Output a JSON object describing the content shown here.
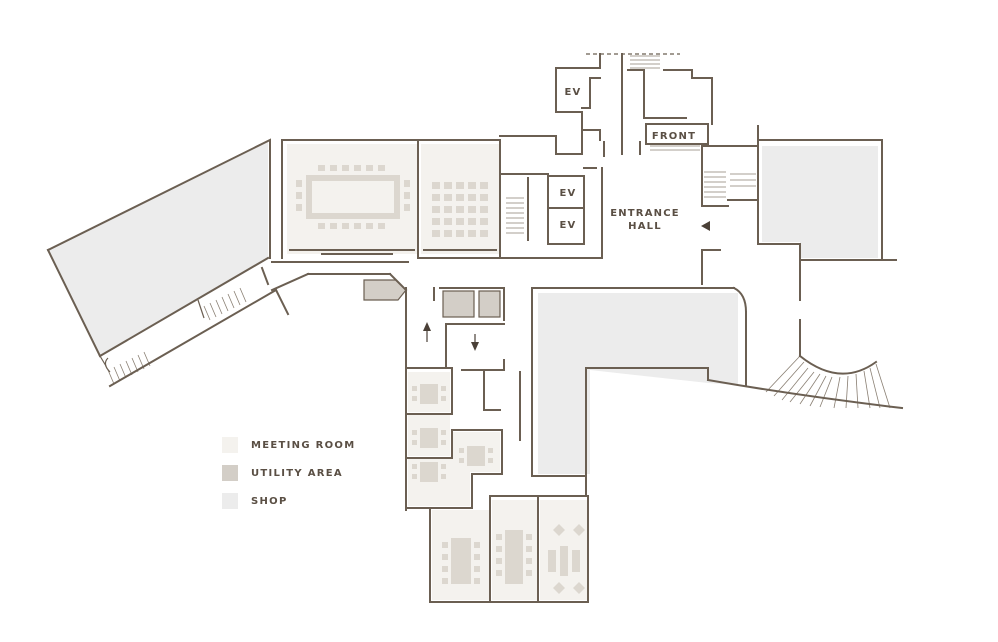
{
  "labels": {
    "ev_top": "EV",
    "front": "FRONT",
    "ev_mid1": "EV",
    "ev_mid2": "EV",
    "entrance_line1": "ENTRANCE",
    "entrance_line2": "HALL"
  },
  "legend": [
    {
      "label": "MEETING ROOM",
      "color": "#f4f2ee"
    },
    {
      "label": "UTILITY AREA",
      "color": "#d3cec7"
    },
    {
      "label": "SHOP",
      "color": "#ececec"
    }
  ],
  "colors": {
    "wall": "#6b5f52",
    "meeting_room": "#f4f2ee",
    "utility_area": "#d3cec7",
    "shop": "#ececec",
    "furniture": "#dcd7cf"
  }
}
